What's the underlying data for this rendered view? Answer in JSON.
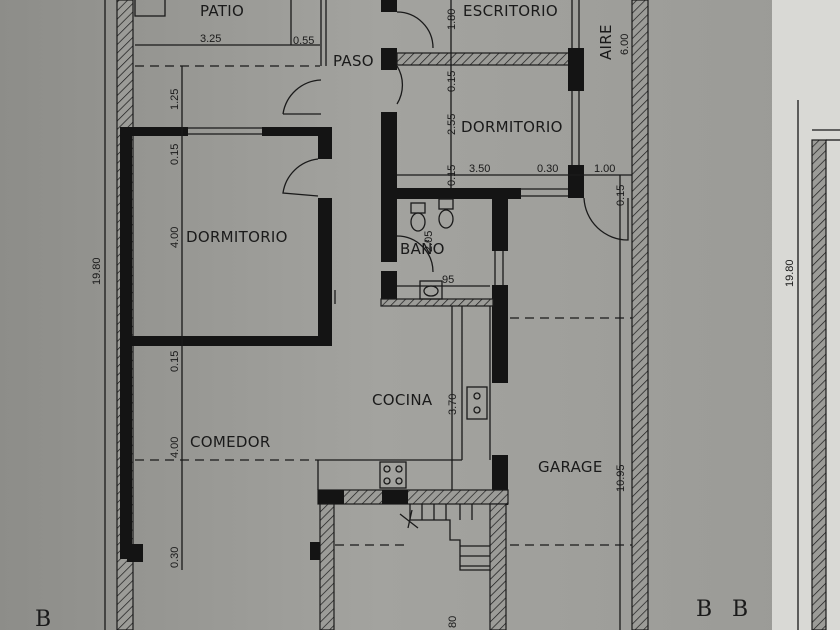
{
  "rooms": {
    "patio": "PATIO",
    "escritorio": "ESCRITORIO",
    "paso": "PASO",
    "aire": "AIRE",
    "dormitorio_1": "DORMITORIO",
    "dormitorio_2": "DORMITORIO",
    "bano": "BAÑO",
    "cocina": "COCINA",
    "comedor": "COMEDOR",
    "garage": "GARAGE"
  },
  "dims": {
    "d_325": "3.25",
    "d_055": "0.55",
    "d_125": "1.25",
    "d_015_a": "0.15",
    "d_400_a": "4.00",
    "d_015_b": "0.15",
    "d_400_b": "4.00",
    "d_030": "0.30",
    "d_180": "1.80",
    "d_015_c": "0.15",
    "d_255": "2.55",
    "d_015_d": "0.15",
    "d_350": "3.50",
    "d_030_b": "0.30",
    "d_100": "1.00",
    "d_015_e": "0.15",
    "d_205": "2.05",
    "d_95": "95",
    "d_370": "3.70",
    "d_1095": "10.95",
    "d_600": "6.00",
    "d_80": "80",
    "d_1980_left": "19.80",
    "d_1980_right": "19.80"
  },
  "section_marks": {
    "left": "B",
    "right_1": "B",
    "right_2": "B"
  }
}
